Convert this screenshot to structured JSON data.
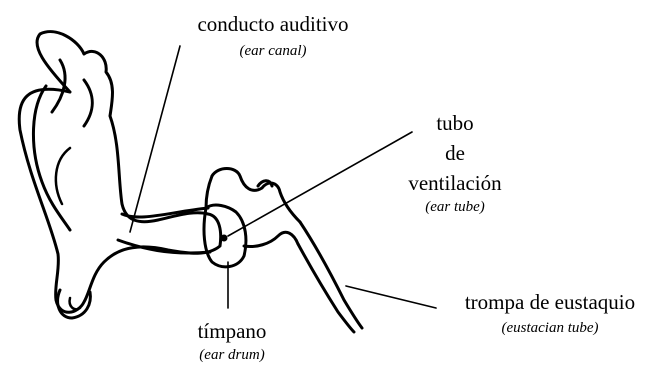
{
  "diagram": {
    "labels": {
      "ear_canal": {
        "spanish": "conducto auditivo",
        "english": "(ear canal)"
      },
      "ear_tube": {
        "spanish_lines": [
          "tubo",
          "de",
          "ventilación"
        ],
        "english": "(ear tube)"
      },
      "ear_drum": {
        "spanish": "tímpano",
        "english": "(ear drum)"
      },
      "eustachian_tube": {
        "spanish": "trompa de eustaquio",
        "english": "(eustacian tube)"
      }
    },
    "colors": {
      "ink": "#000000",
      "background": "#ffffff"
    }
  }
}
